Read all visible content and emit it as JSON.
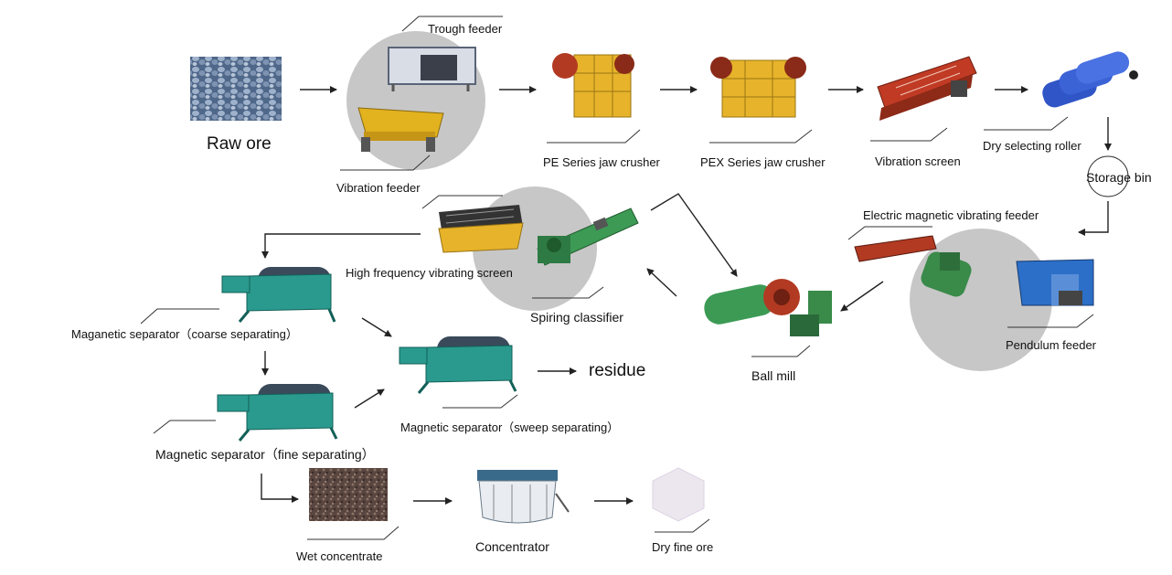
{
  "labels": {
    "raw_ore": "Raw ore",
    "trough_feeder": "Trough feeder",
    "vibration_feeder": "Vibration feeder",
    "pe_jaw_crusher": "PE Series jaw crusher",
    "pex_jaw_crusher": "PEX Series jaw crusher",
    "vibration_screen": "Vibration screen",
    "dry_selecting_roller": "Dry selecting roller",
    "storage_bin": "Storage bin",
    "electric_magnetic_vibrating_feeder": "Electric magnetic vibrating feeder",
    "pendulum_feeder": "Pendulum feeder",
    "ball_mill": "Ball mill",
    "spiring_classifier": "Spiring classifier",
    "high_frequency_vibrating_screen": "High frequency vibrating screen",
    "magnetic_separator_coarse": "Maganetic separator（coarse separating）",
    "magnetic_separator_sweep": "Magnetic separator（sweep separating）",
    "magnetic_separator_fine": "Magnetic separator（fine separating）",
    "residue": "residue",
    "wet_concentrate": "Wet concentrate",
    "concentrator": "Concentrator",
    "dry_fine_ore": "Dry fine ore"
  },
  "colors": {
    "ore": "#6f86a6",
    "crusher_yellow": "#d9a21c",
    "crusher_red": "#b83a22",
    "separator_teal": "#2a9a8e",
    "roller_blue": "#2f56c8",
    "mill_green": "#3c9a55",
    "highlight_circle": "#c9c9c9",
    "concentrate": "#5c4a44",
    "dry_fine": "#ece7ef"
  }
}
